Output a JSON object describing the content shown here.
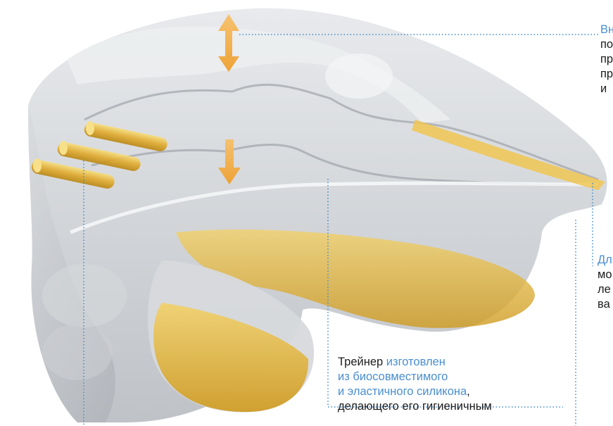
{
  "colors": {
    "accent_text": "#4a8fd0",
    "body_text": "#1c1c1c",
    "dotted_line": "#3d8ccf",
    "arrow": "#f2a73a",
    "silicone_yellow": "#e3b53a",
    "clear_plastic": "#c9ccd1"
  },
  "captions": {
    "top_right": {
      "lines": [
        "Вн",
        "по",
        "пр",
        "пр",
        "и"
      ]
    },
    "mid_right": {
      "lines": [
        "Дл",
        "мо",
        "ле",
        "ва"
      ]
    },
    "bottom_center": {
      "line1": "Трейнер ",
      "line1_hl": "изготовлен",
      "line2_hl": "из биосовместимого",
      "line3_hl": "и эластичного силикона",
      "line3_tail": ",",
      "line4": "делающего его гигиеничным"
    }
  }
}
